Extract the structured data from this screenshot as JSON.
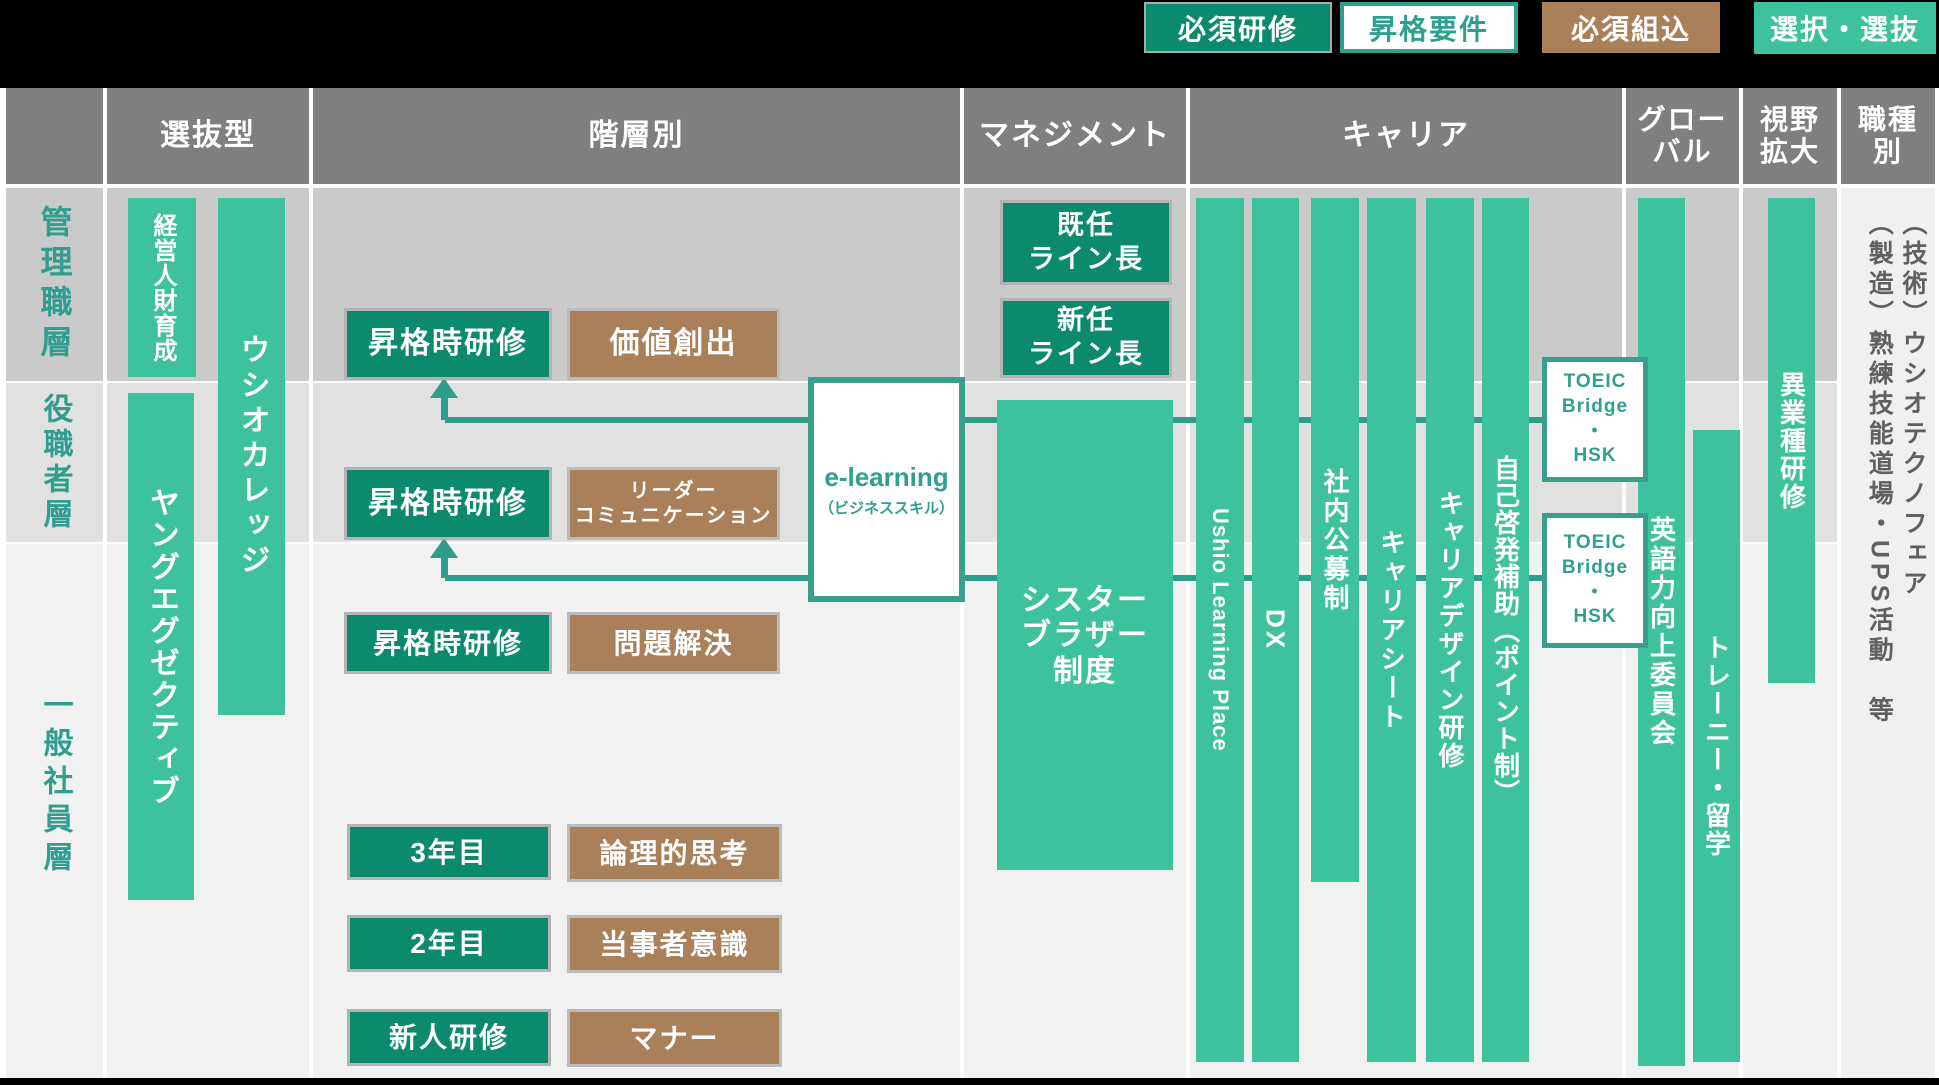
{
  "legend": {
    "items": [
      {
        "label": "必須研修"
      },
      {
        "label": "昇格要件"
      },
      {
        "label": "必須組込"
      },
      {
        "label": "選択・選抜"
      }
    ]
  },
  "headers": {
    "selection": "選抜型",
    "hierarchy": "階層別",
    "management": "マネジメント",
    "career": "キャリア",
    "global": "グロー\nバル",
    "perspective": "視野\n拡大",
    "jobtype": "職種\n別"
  },
  "row_labels": {
    "kanri": "管理職層",
    "yakushoku": "役職者層",
    "ippan": "一般社員層"
  },
  "selection_col": {
    "keiei": "経営人財育成",
    "college": "ウシオカレッジ",
    "young_exec": "ヤングエグゼクティブ"
  },
  "hierarchy_col": {
    "shokaku1": "昇格時研修",
    "kachi": "価値創出",
    "shokaku2": "昇格時研修",
    "leader": "リーダー\nコミュニケーション",
    "shokaku3": "昇格時研修",
    "mondai": "問題解決",
    "year3": "3年目",
    "ronri": "論理的思考",
    "year2": "2年目",
    "touji": "当事者意識",
    "shinjin": "新人研修",
    "manner": "マナー",
    "elearning_title": "e-learning",
    "elearning_sub": "（ビジネススキル）"
  },
  "management_col": {
    "kinin": "既任\nライン長",
    "shinnin": "新任\nライン長",
    "sister": "シスター\nブラザー\n制度"
  },
  "career_col": {
    "ulp": "Ushio Learning Place",
    "dx": "DX",
    "kobo": "社内公募制",
    "career_sheet": "キャリアシート",
    "career_design": "キャリアデザイン研修",
    "jiko": "自己啓発補助（ポイント制）"
  },
  "global_col": {
    "toeic1": "TOEIC\nBridge\n・\nHSK",
    "toeic2": "TOEIC\nBridge\n・\nHSK",
    "eigo": "英語力向上委員会",
    "trainee": "トレーニー・留学"
  },
  "perspective_col": {
    "igyoshu": "異業種研修"
  },
  "jobtype_col": {
    "text": "（技術）ウシオテクノフェア\n（製造）熟練技能道場・UPS活動　等"
  },
  "colors": {
    "required_green": "#0b8a6e",
    "elective_mint": "#3ec29d",
    "embedded_brown": "#a9805a",
    "accent_teal": "#2f9f8f",
    "header_gray": "#7f7f7f",
    "band_dark": "#cacaca",
    "band_mid": "#e1e1e1",
    "band_light": "#f1f1f1"
  }
}
